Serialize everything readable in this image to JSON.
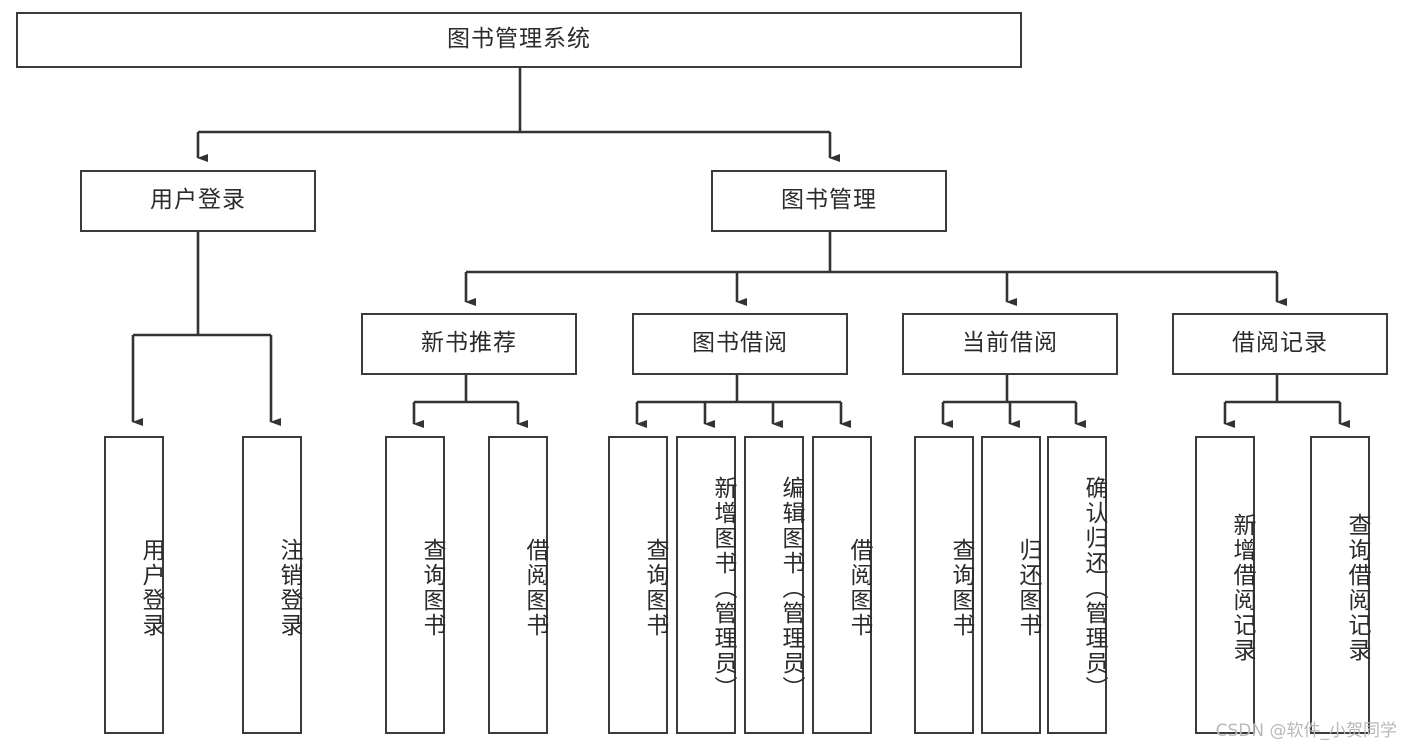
{
  "diagram": {
    "title": "图书管理系统",
    "type": "hierarchy-tree",
    "watermark": "CSDN @软件_小贺同学",
    "colors": {
      "box_border": "#3b3b3b",
      "box_fill": "#ffffff",
      "connector": "#333333",
      "text": "#2b2b2b",
      "watermark": "#b9b9b9"
    },
    "levels": {
      "root": {
        "label": "图书管理系统"
      },
      "level2": [
        {
          "id": "user-login",
          "label": "用户登录"
        },
        {
          "id": "book-manage",
          "label": "图书管理"
        }
      ],
      "level3": [
        {
          "id": "new-book-recommend",
          "label": "新书推荐"
        },
        {
          "id": "book-borrow",
          "label": "图书借阅"
        },
        {
          "id": "current-borrow",
          "label": "当前借阅"
        },
        {
          "id": "borrow-record",
          "label": "借阅记录"
        }
      ],
      "leaves": {
        "user-login": [
          {
            "id": "leaf-user-login",
            "label": "用户登录"
          },
          {
            "id": "leaf-user-logout",
            "label": "注销登录"
          }
        ],
        "new-book-recommend": [
          {
            "id": "leaf-query-book-1",
            "label": "查询图书"
          },
          {
            "id": "leaf-borrow-book-1",
            "label": "借阅图书"
          }
        ],
        "book-borrow": [
          {
            "id": "leaf-query-book-2",
            "label": "查询图书"
          },
          {
            "id": "leaf-add-book-admin",
            "label": "新增图书（管理员）"
          },
          {
            "id": "leaf-edit-book-admin",
            "label": "编辑图书（管理员）"
          },
          {
            "id": "leaf-borrow-book-2",
            "label": "借阅图书"
          }
        ],
        "current-borrow": [
          {
            "id": "leaf-query-book-3",
            "label": "查询图书"
          },
          {
            "id": "leaf-return-book",
            "label": "归还图书"
          },
          {
            "id": "leaf-confirm-return-admin",
            "label": "确认归还（管理员）"
          }
        ],
        "borrow-record": [
          {
            "id": "leaf-add-borrow-record",
            "label": "新增借阅记录"
          },
          {
            "id": "leaf-query-borrow-record",
            "label": "查询借阅记录"
          }
        ]
      }
    }
  }
}
